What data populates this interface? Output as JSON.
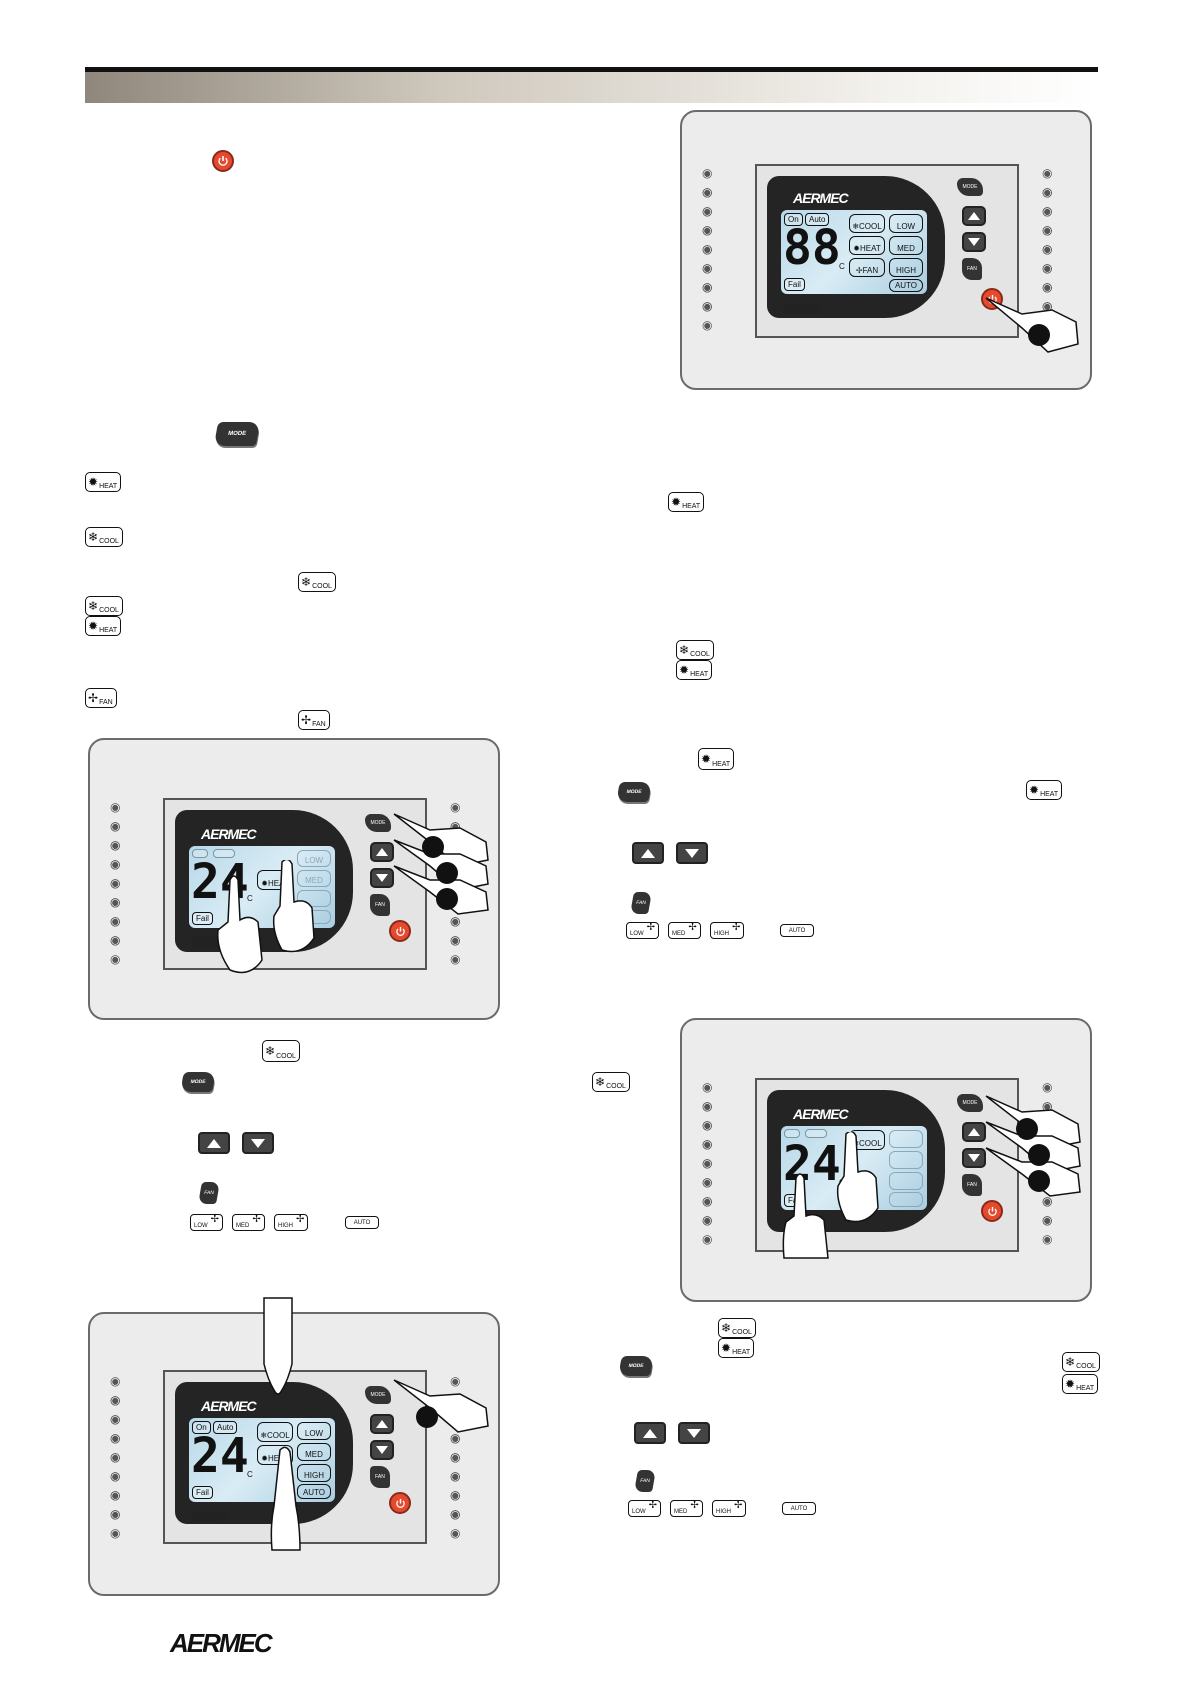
{
  "header": {
    "bar_color": "#8f877c"
  },
  "icons": {
    "mode_key": "MODE",
    "fan_key": "FAN",
    "heat": "HEAT",
    "cool": "COOL",
    "fan": "FAN",
    "low": "LOW",
    "med": "MED",
    "high": "HIGH",
    "auto": "AUTO"
  },
  "devices": {
    "top_right": {
      "brand": "AERMEC",
      "on": "On",
      "auto": "Auto",
      "digits": "88",
      "unit": "C",
      "fail": "Fail",
      "cool": "COOL",
      "low": "LOW",
      "heat": "HEAT",
      "med": "MED",
      "fan": "FAN",
      "high": "HIGH",
      "auto_btn": "AUTO",
      "mode": "MODE",
      "fan_btn": "FAN"
    },
    "left_mid": {
      "brand": "AERMEC",
      "digits": "24",
      "unit": "C",
      "fail": "Fail",
      "heat": "HEAT",
      "low": "LOW",
      "med": "MED",
      "mode": "MODE",
      "fan_btn": "FAN"
    },
    "right_mid": {
      "brand": "AERMEC",
      "digits": "24",
      "unit": "C",
      "fail": "Fail",
      "cool": "COOL",
      "mode": "MODE",
      "fan_btn": "FAN"
    },
    "left_bottom": {
      "brand": "AERMEC",
      "on": "On",
      "auto": "Auto",
      "digits": "24",
      "unit": "C",
      "fail": "Fail",
      "cool": "COOL",
      "low": "LOW",
      "heat": "HEAT",
      "med": "MED",
      "high": "HIGH",
      "auto_btn": "AUTO",
      "mode": "MODE",
      "fan_btn": "FAN"
    }
  },
  "footer": {
    "brand": "AERMEC"
  },
  "colors": {
    "power": "#e64a2e",
    "lcd": "#b8d8e8",
    "panel": "#242424"
  }
}
